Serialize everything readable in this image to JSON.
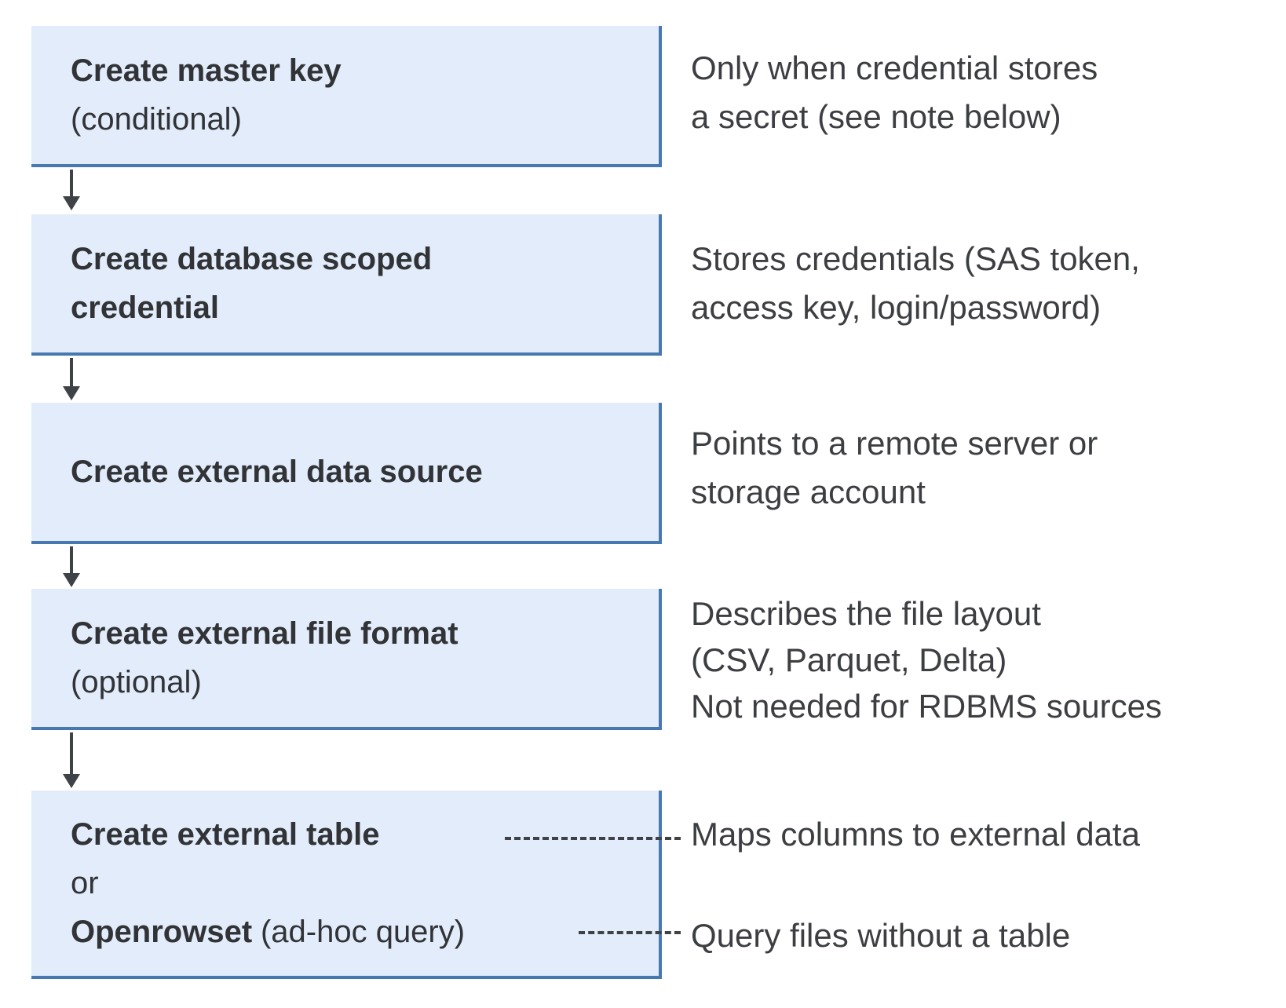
{
  "colors": {
    "background": "#ffffff",
    "box_fill": "#e2ecfa",
    "box_border": "#4878b0",
    "box_text": "#313336",
    "note_text": "#3c3e41",
    "arrow": "#3f4347"
  },
  "steps": [
    {
      "box": {
        "bold": "Create master key",
        "regular": "(conditional)"
      },
      "note": {
        "lines": [
          "Only when credential stores",
          "a secret (see note below)"
        ]
      }
    },
    {
      "box": {
        "bold_line1": "Create database scoped",
        "bold_line2": "credential"
      },
      "note": {
        "lines": [
          "Stores credentials (SAS token,",
          "access key, login/password)"
        ]
      }
    },
    {
      "box": {
        "bold": "Create external data source"
      },
      "note": {
        "lines": [
          "Points to a remote server or",
          "storage account"
        ]
      }
    },
    {
      "box": {
        "bold": "Create external file format",
        "regular": "(optional)"
      },
      "note": {
        "lines": [
          "Describes the file layout",
          "(CSV, Parquet, Delta)",
          "Not needed for RDBMS sources"
        ]
      }
    },
    {
      "box": {
        "line1_bold": "Create external table",
        "line2": "or",
        "line3_bold": "Openrowset",
        "line3_regular": "(ad-hoc query)"
      },
      "note_table": "Maps columns to external data",
      "note_openrowset": "Query files without a table"
    }
  ]
}
